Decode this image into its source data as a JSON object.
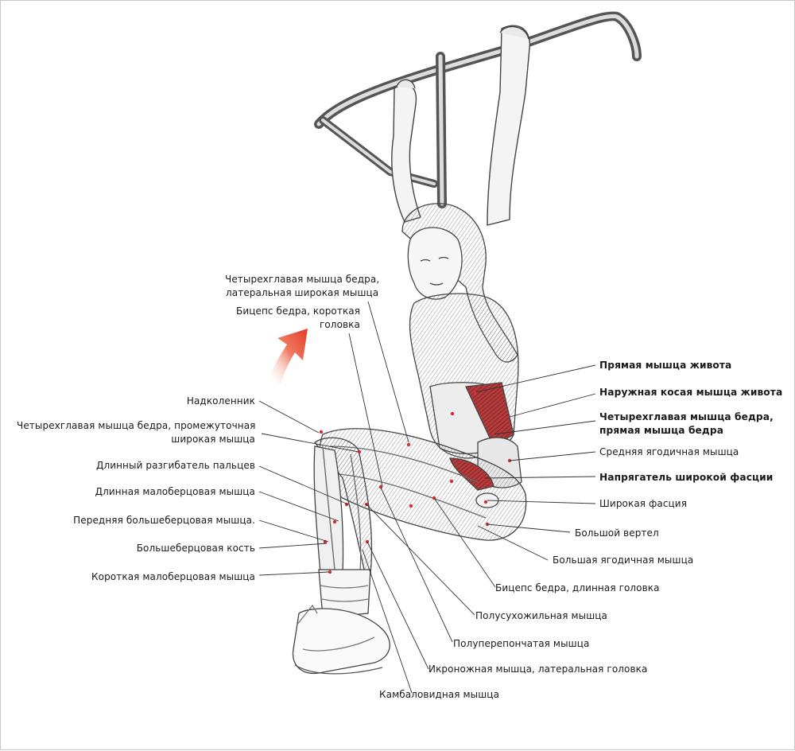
{
  "labels": {
    "quad_vastus_lateralis": [
      "Четырехглавая мышца бедра,",
      "латеральная широкая мышца"
    ],
    "biceps_short_head": [
      "Бицепс бедра, короткая",
      "головка"
    ],
    "patella": "Надколенник",
    "quad_vastus_intermedius": [
      "Четырехглавая мышца бедра, промежуточная",
      "широкая мышца"
    ],
    "ext_digitorum_longus": "Длинный разгибатель пальцев",
    "peroneus_longus": "Длинная малоберцовая мышца",
    "tibialis_anterior": "Передняя большеберцовая мышца.",
    "tibia": "Большеберцовая кость",
    "peroneus_brevis": "Короткая малоберцовая мышца",
    "rectus_abdominis": "Прямая мышца живота",
    "external_oblique": "Наружная косая мышца живота",
    "quad_rectus_femoris": [
      "Четырехглавая мышца бедра,",
      "прямая мышца бедра"
    ],
    "gluteus_medius": "Средняя ягодичная мышца",
    "tensor_fasciae_latae": "Напрягатель широкой фасции",
    "fascia_lata": "Широкая фасция",
    "greater_trochanter": "Большой вертел",
    "gluteus_maximus": "Большая ягодичная мышца",
    "biceps_long_head": "Бицепс бедра, длинная головка",
    "semitendinosus": "Полусухожильная  мышца",
    "semimembranosus": "Полуперепончатая  мышца",
    "gastrocnemius_lateral": "Икроножная мышца, латеральная головка",
    "soleus": "Камбаловидная  мышца"
  },
  "colors": {
    "muscle_highlight": "#9c2a2a",
    "arrow": "#e8503a",
    "line": "#333333"
  },
  "icons": {
    "direction_arrow": "arrow-up-right"
  }
}
